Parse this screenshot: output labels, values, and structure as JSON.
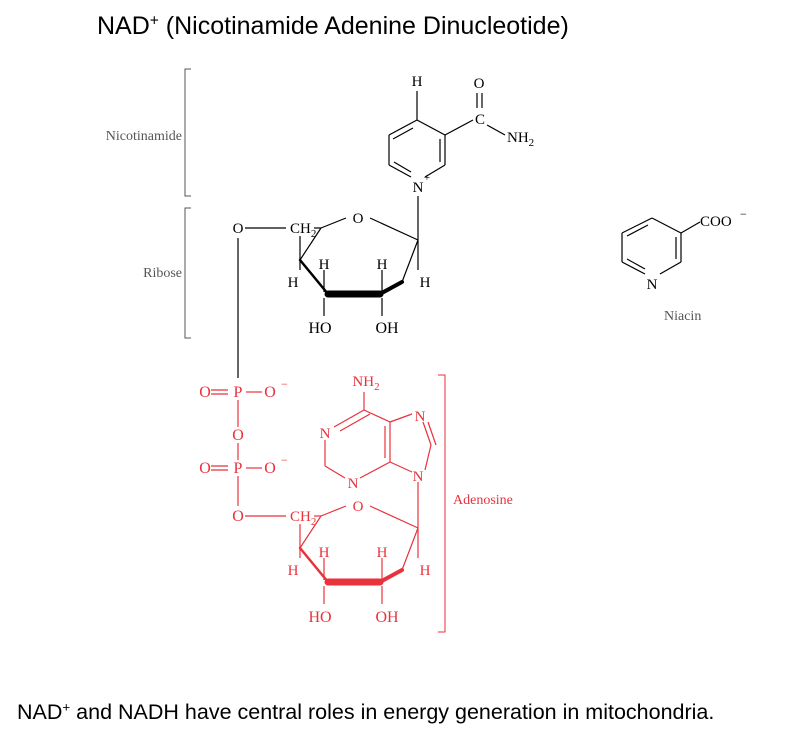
{
  "title": {
    "main": "NAD",
    "sup": "+",
    "rest": " (Nicotinamide Adenine Dinucleotide)"
  },
  "caption": {
    "main": "NAD",
    "sup": "+",
    "rest": " and NADH have central roles in energy generation in mitochondria."
  },
  "brackets": {
    "nicotinamide": "Nicotinamide",
    "ribose": "Ribose",
    "adenosine": "Adenosine",
    "niacin": "Niacin"
  },
  "colors": {
    "adenosine_part": "#e8323c",
    "nicotinamide_part": "#000000",
    "bracket_line": "#555555"
  },
  "nicotinamide": {
    "h_top": "H",
    "o_carbonyl": "O",
    "c_carbonyl": "C",
    "nh2": "NH",
    "nh2_sub": "2",
    "n_ring": "N",
    "charge": "+"
  },
  "ribose_top": {
    "o_ring": "O",
    "o_link": "O",
    "ch2": "CH",
    "ch2_sub": "2",
    "h_in_left": "H",
    "h_in_right": "H",
    "h_out_left": "H",
    "h_out_right": "H",
    "ho": "HO",
    "oh": "OH"
  },
  "phosphate": {
    "p1_left": "O",
    "p1_p": "P",
    "p1_o": "O",
    "p1_charge": "−",
    "bridge_o": "O",
    "p2_left": "O",
    "p2_p": "P",
    "p2_o": "O",
    "p2_charge": "−",
    "o_link": "O"
  },
  "adenine": {
    "nh2": "NH",
    "nh2_sub": "2",
    "n1": "N",
    "n3": "N",
    "n7": "N",
    "n9": "N"
  },
  "ribose_bottom": {
    "o_ring": "O",
    "ch2": "CH",
    "ch2_sub": "2",
    "h_in_left": "H",
    "h_in_right": "H",
    "h_out_left": "H",
    "h_out_right": "H",
    "ho": "HO",
    "oh": "OH"
  },
  "niacin": {
    "coo": "COO",
    "charge": "−",
    "n_ring": "N"
  }
}
